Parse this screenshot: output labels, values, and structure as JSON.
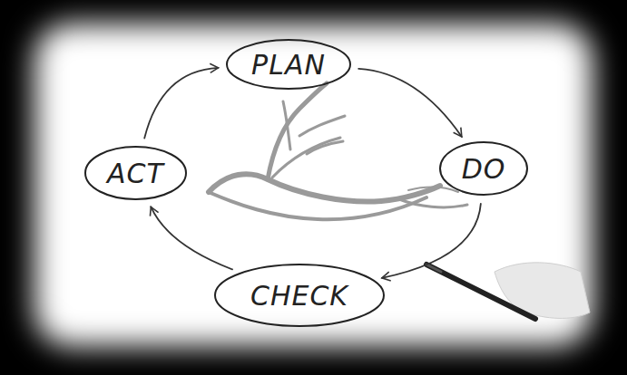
{
  "diagram": {
    "nodes": [
      {
        "text": [
          "PLAN"
        ]
      },
      {
        "text": [
          "ACT"
        ]
      },
      {
        "text": [
          "DO"
        ]
      },
      {
        "text": [
          "CHECK"
        ]
      }
    ],
    "edges": [
      {
        "from": 0,
        "to": 2,
        "arrow": "to"
      },
      {
        "from": 2,
        "to": 3,
        "arrow": "to"
      },
      {
        "from": 3,
        "to": 1,
        "arrow": "to"
      },
      {
        "from": 1,
        "to": 0,
        "arrow": "to"
      }
    ]
  }
}
